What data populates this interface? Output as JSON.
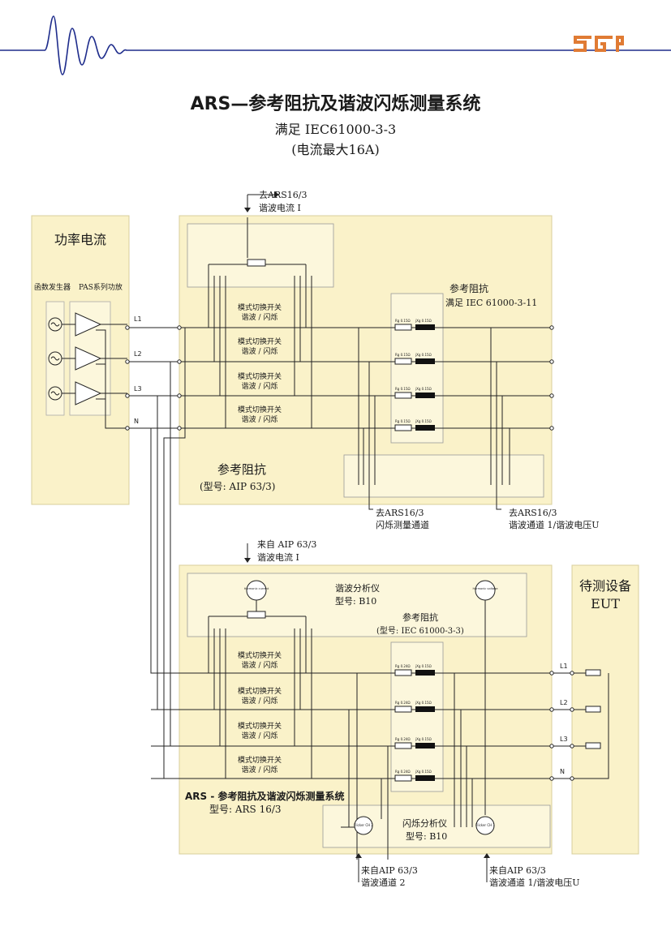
{
  "header": {
    "title": "ARS—参考阻抗及谐波闪烁测量系统",
    "subtitle": "满足 IEC61000-3-3",
    "note": "(电流最大16A)",
    "accent_color": "#1f2d8c",
    "logo_color": "#e07b34"
  },
  "power_box": {
    "title": "功率电流",
    "func_gen": "函数发生器",
    "amp": "PAS系列功放",
    "phases": [
      "L1",
      "L2",
      "L3",
      "N"
    ]
  },
  "aip_box": {
    "top_note_1": "去ARS16/3",
    "top_note_2": "谐波电流 I",
    "switch_line1": "模式切换开关",
    "switch_line2": "谐波 / 闪烁",
    "ref_title": "参考阻抗",
    "ref_std": "满足 IEC 61000-3-11",
    "name": "参考阻抗",
    "model": "(型号:  AIP 63/3)",
    "out_left_1": "去ARS16/3",
    "out_left_2": "闪烁测量通道",
    "out_right_1": "去ARS16/3",
    "out_right_2": "谐波通道 1/谐波电压U",
    "imp_r": "Rg 0.15Ω",
    "imp_l": "jXg 0.15Ω"
  },
  "ars_box": {
    "in_note_1": "来自 AIP 63/3",
    "in_note_2": "谐波电流 I",
    "analyzer": "谐波分析仪",
    "analyzer_model": "型号:  B10",
    "harm_current": "Harmonic current",
    "harm_voltage": "Harmonic voltage",
    "ref_title": "参考阻抗",
    "ref_model": "(型号: IEC 61000-3-3)",
    "switch_line1": "模式切换开关",
    "switch_line2": "谐波 / 闪烁",
    "name": "ARS - 参考阻抗及谐波闪烁测量系统",
    "model": "型号:  ARS 16/3",
    "flicker": "闪烁分析仪",
    "flicker_model": "型号: B10",
    "flicker_ch2": "Flicker CH 2",
    "flicker_ch1": "Flicker CH 1",
    "in_left_1": "来自AIP 63/3",
    "in_left_2": "谐波通道 2",
    "in_right_1": "来自AIP 63/3",
    "in_right_2": "谐波通道 1/谐波电压U",
    "imp_r": "Rg 0.24Ω",
    "imp_l": "jXg 0.15Ω"
  },
  "eut_box": {
    "title": "待测设备",
    "sub": "EUT",
    "phases": [
      "L1",
      "L2",
      "L3",
      "N"
    ]
  }
}
